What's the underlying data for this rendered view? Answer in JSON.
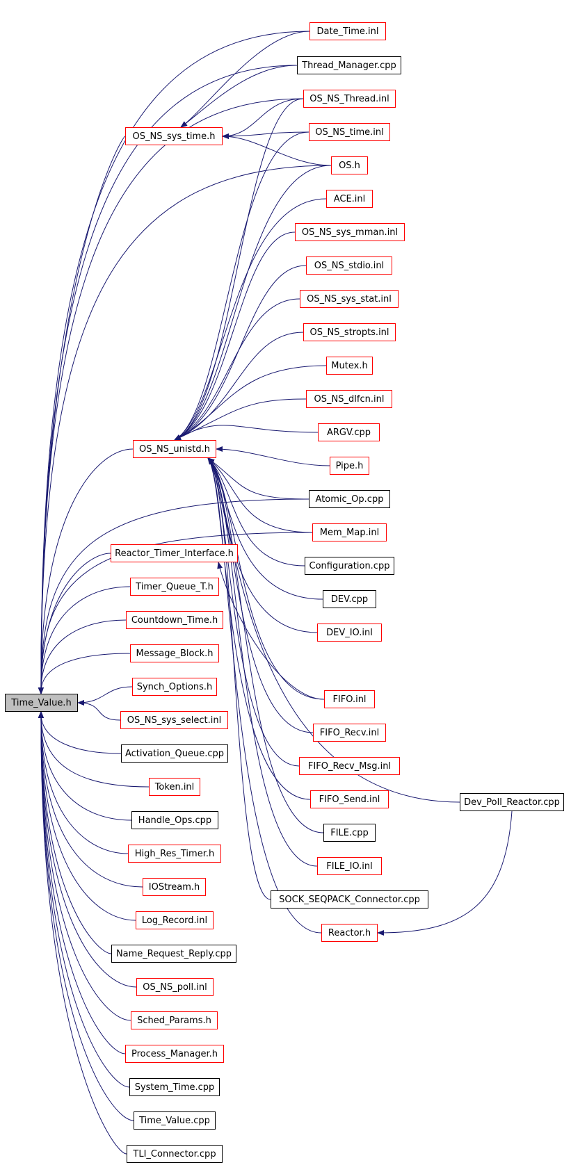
{
  "diagram": {
    "edge_color": "#191970",
    "colors": {
      "linked": "#ff0000",
      "plain": "#000000",
      "root_fill": "#bfbfbf"
    },
    "nodes": [
      {
        "id": "time_value_h",
        "label": "Time_Value.h",
        "style": "root"
      },
      {
        "id": "date_time_inl",
        "label": "Date_Time.inl",
        "style": "red"
      },
      {
        "id": "thread_manager_cpp",
        "label": "Thread_Manager.cpp",
        "style": "black"
      },
      {
        "id": "os_ns_thread_inl",
        "label": "OS_NS_Thread.inl",
        "style": "red"
      },
      {
        "id": "os_ns_sys_time_h",
        "label": "OS_NS_sys_time.h",
        "style": "red"
      },
      {
        "id": "os_ns_time_inl",
        "label": "OS_NS_time.inl",
        "style": "red"
      },
      {
        "id": "os_h",
        "label": "OS.h",
        "style": "red"
      },
      {
        "id": "ace_inl",
        "label": "ACE.inl",
        "style": "red"
      },
      {
        "id": "os_ns_sys_mman_inl",
        "label": "OS_NS_sys_mman.inl",
        "style": "red"
      },
      {
        "id": "os_ns_stdio_inl",
        "label": "OS_NS_stdio.inl",
        "style": "red"
      },
      {
        "id": "os_ns_sys_stat_inl",
        "label": "OS_NS_sys_stat.inl",
        "style": "red"
      },
      {
        "id": "os_ns_stropts_inl",
        "label": "OS_NS_stropts.inl",
        "style": "red"
      },
      {
        "id": "mutex_h",
        "label": "Mutex.h",
        "style": "red"
      },
      {
        "id": "os_ns_dlfcn_inl",
        "label": "OS_NS_dlfcn.inl",
        "style": "red"
      },
      {
        "id": "argv_cpp",
        "label": "ARGV.cpp",
        "style": "red"
      },
      {
        "id": "os_ns_unistd_h",
        "label": "OS_NS_unistd.h",
        "style": "red"
      },
      {
        "id": "pipe_h",
        "label": "Pipe.h",
        "style": "red"
      },
      {
        "id": "atomic_op_cpp",
        "label": "Atomic_Op.cpp",
        "style": "black"
      },
      {
        "id": "mem_map_inl",
        "label": "Mem_Map.inl",
        "style": "red"
      },
      {
        "id": "reactor_timer_interface_h",
        "label": "Reactor_Timer_Interface.h",
        "style": "red"
      },
      {
        "id": "configuration_cpp",
        "label": "Configuration.cpp",
        "style": "black"
      },
      {
        "id": "timer_queue_t_h",
        "label": "Timer_Queue_T.h",
        "style": "red"
      },
      {
        "id": "dev_cpp",
        "label": "DEV.cpp",
        "style": "black"
      },
      {
        "id": "countdown_time_h",
        "label": "Countdown_Time.h",
        "style": "red"
      },
      {
        "id": "dev_io_inl",
        "label": "DEV_IO.inl",
        "style": "red"
      },
      {
        "id": "message_block_h",
        "label": "Message_Block.h",
        "style": "red"
      },
      {
        "id": "synch_options_h",
        "label": "Synch_Options.h",
        "style": "red"
      },
      {
        "id": "fifo_inl",
        "label": "FIFO.inl",
        "style": "red"
      },
      {
        "id": "os_ns_sys_select_inl",
        "label": "OS_NS_sys_select.inl",
        "style": "red"
      },
      {
        "id": "fifo_recv_inl",
        "label": "FIFO_Recv.inl",
        "style": "red"
      },
      {
        "id": "activation_queue_cpp",
        "label": "Activation_Queue.cpp",
        "style": "black"
      },
      {
        "id": "fifo_recv_msg_inl",
        "label": "FIFO_Recv_Msg.inl",
        "style": "red"
      },
      {
        "id": "token_inl",
        "label": "Token.inl",
        "style": "red"
      },
      {
        "id": "fifo_send_inl",
        "label": "FIFO_Send.inl",
        "style": "red"
      },
      {
        "id": "dev_poll_reactor_cpp",
        "label": "Dev_Poll_Reactor.cpp",
        "style": "black"
      },
      {
        "id": "handle_ops_cpp",
        "label": "Handle_Ops.cpp",
        "style": "black"
      },
      {
        "id": "file_cpp",
        "label": "FILE.cpp",
        "style": "black"
      },
      {
        "id": "high_res_timer_h",
        "label": "High_Res_Timer.h",
        "style": "red"
      },
      {
        "id": "file_io_inl",
        "label": "FILE_IO.inl",
        "style": "red"
      },
      {
        "id": "iostream_h",
        "label": "IOStream.h",
        "style": "red"
      },
      {
        "id": "sock_seqpack_connector_cpp",
        "label": "SOCK_SEQPACK_Connector.cpp",
        "style": "black"
      },
      {
        "id": "log_record_inl",
        "label": "Log_Record.inl",
        "style": "red"
      },
      {
        "id": "reactor_h",
        "label": "Reactor.h",
        "style": "red"
      },
      {
        "id": "name_request_reply_cpp",
        "label": "Name_Request_Reply.cpp",
        "style": "black"
      },
      {
        "id": "os_ns_poll_inl",
        "label": "OS_NS_poll.inl",
        "style": "red"
      },
      {
        "id": "sched_params_h",
        "label": "Sched_Params.h",
        "style": "red"
      },
      {
        "id": "process_manager_h",
        "label": "Process_Manager.h",
        "style": "red"
      },
      {
        "id": "system_time_cpp",
        "label": "System_Time.cpp",
        "style": "black"
      },
      {
        "id": "time_value_cpp",
        "label": "Time_Value.cpp",
        "style": "black"
      },
      {
        "id": "tli_connector_cpp",
        "label": "TLI_Connector.cpp",
        "style": "black"
      }
    ],
    "edges": [
      [
        "date_time_inl",
        "time_value_h"
      ],
      [
        "thread_manager_cpp",
        "time_value_h"
      ],
      [
        "os_ns_thread_inl",
        "time_value_h"
      ],
      [
        "os_ns_sys_time_h",
        "time_value_h"
      ],
      [
        "os_h",
        "time_value_h"
      ],
      [
        "os_ns_unistd_h",
        "time_value_h"
      ],
      [
        "atomic_op_cpp",
        "time_value_h"
      ],
      [
        "mem_map_inl",
        "time_value_h"
      ],
      [
        "reactor_timer_interface_h",
        "time_value_h"
      ],
      [
        "timer_queue_t_h",
        "time_value_h"
      ],
      [
        "countdown_time_h",
        "time_value_h"
      ],
      [
        "message_block_h",
        "time_value_h"
      ],
      [
        "synch_options_h",
        "time_value_h"
      ],
      [
        "os_ns_sys_select_inl",
        "time_value_h"
      ],
      [
        "activation_queue_cpp",
        "time_value_h"
      ],
      [
        "token_inl",
        "time_value_h"
      ],
      [
        "handle_ops_cpp",
        "time_value_h"
      ],
      [
        "high_res_timer_h",
        "time_value_h"
      ],
      [
        "iostream_h",
        "time_value_h"
      ],
      [
        "log_record_inl",
        "time_value_h"
      ],
      [
        "name_request_reply_cpp",
        "time_value_h"
      ],
      [
        "os_ns_poll_inl",
        "time_value_h"
      ],
      [
        "sched_params_h",
        "time_value_h"
      ],
      [
        "process_manager_h",
        "time_value_h"
      ],
      [
        "system_time_cpp",
        "time_value_h"
      ],
      [
        "time_value_cpp",
        "time_value_h"
      ],
      [
        "tli_connector_cpp",
        "time_value_h"
      ],
      [
        "date_time_inl",
        "os_ns_sys_time_h"
      ],
      [
        "thread_manager_cpp",
        "os_ns_sys_time_h"
      ],
      [
        "os_ns_thread_inl",
        "os_ns_sys_time_h"
      ],
      [
        "os_ns_time_inl",
        "os_ns_sys_time_h"
      ],
      [
        "os_h",
        "os_ns_sys_time_h"
      ],
      [
        "os_ns_thread_inl",
        "os_ns_unistd_h"
      ],
      [
        "os_ns_time_inl",
        "os_ns_unistd_h"
      ],
      [
        "os_h",
        "os_ns_unistd_h"
      ],
      [
        "ace_inl",
        "os_ns_unistd_h"
      ],
      [
        "os_ns_sys_mman_inl",
        "os_ns_unistd_h"
      ],
      [
        "os_ns_stdio_inl",
        "os_ns_unistd_h"
      ],
      [
        "os_ns_sys_stat_inl",
        "os_ns_unistd_h"
      ],
      [
        "os_ns_stropts_inl",
        "os_ns_unistd_h"
      ],
      [
        "mutex_h",
        "os_ns_unistd_h"
      ],
      [
        "os_ns_dlfcn_inl",
        "os_ns_unistd_h"
      ],
      [
        "argv_cpp",
        "os_ns_unistd_h"
      ],
      [
        "pipe_h",
        "os_ns_unistd_h"
      ],
      [
        "atomic_op_cpp",
        "os_ns_unistd_h"
      ],
      [
        "mem_map_inl",
        "os_ns_unistd_h"
      ],
      [
        "configuration_cpp",
        "os_ns_unistd_h"
      ],
      [
        "dev_cpp",
        "os_ns_unistd_h"
      ],
      [
        "dev_io_inl",
        "os_ns_unistd_h"
      ],
      [
        "fifo_inl",
        "os_ns_unistd_h"
      ],
      [
        "fifo_recv_inl",
        "os_ns_unistd_h"
      ],
      [
        "fifo_recv_msg_inl",
        "os_ns_unistd_h"
      ],
      [
        "fifo_send_inl",
        "os_ns_unistd_h"
      ],
      [
        "dev_poll_reactor_cpp",
        "os_ns_unistd_h"
      ],
      [
        "file_cpp",
        "os_ns_unistd_h"
      ],
      [
        "file_io_inl",
        "os_ns_unistd_h"
      ],
      [
        "sock_seqpack_connector_cpp",
        "os_ns_unistd_h"
      ],
      [
        "reactor_h",
        "os_ns_unistd_h"
      ],
      [
        "fifo_inl",
        "reactor_timer_interface_h"
      ],
      [
        "dev_poll_reactor_cpp",
        "reactor_h"
      ]
    ]
  }
}
